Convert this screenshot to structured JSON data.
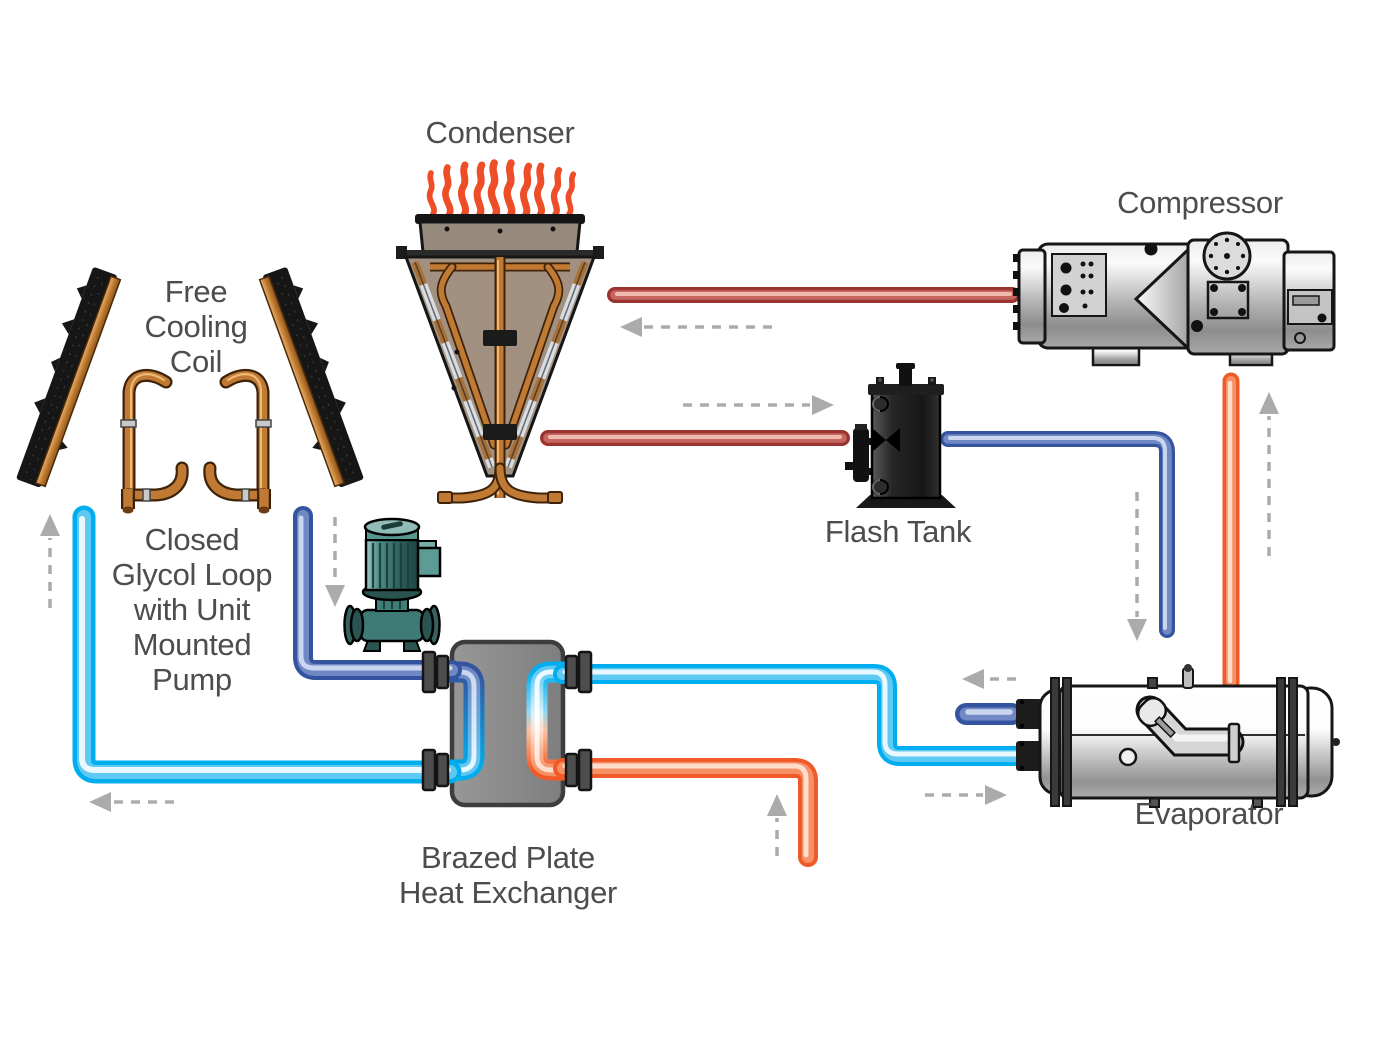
{
  "diagram": {
    "labels": {
      "condenser": "Condenser",
      "compressor": "Compressor",
      "free_cooling_coil": "Free\nCooling\nCoil",
      "closed_glycol_loop": "Closed\nGlycol Loop\nwith Unit\nMounted\nPump",
      "flash_tank": "Flash Tank",
      "evaporator": "Evaporator",
      "heat_exchanger": "Brazed Plate\nHeat Exchanger"
    },
    "colors": {
      "hot_refrigerant_pipe": "#9b3331",
      "suction_refrigerant_pipe": "#f05a28",
      "liquid_refrigerant_pipe": "#34549f",
      "chilled_water_pipe": "#00aeef",
      "flow_arrow": "#ababab",
      "label_text": "#4d4d4d",
      "heat_waves": "#ed4e28",
      "copper": "#c07a33",
      "pump_teal": "#3f7b76",
      "heat_exchanger_body": "#8a8a8a"
    }
  }
}
